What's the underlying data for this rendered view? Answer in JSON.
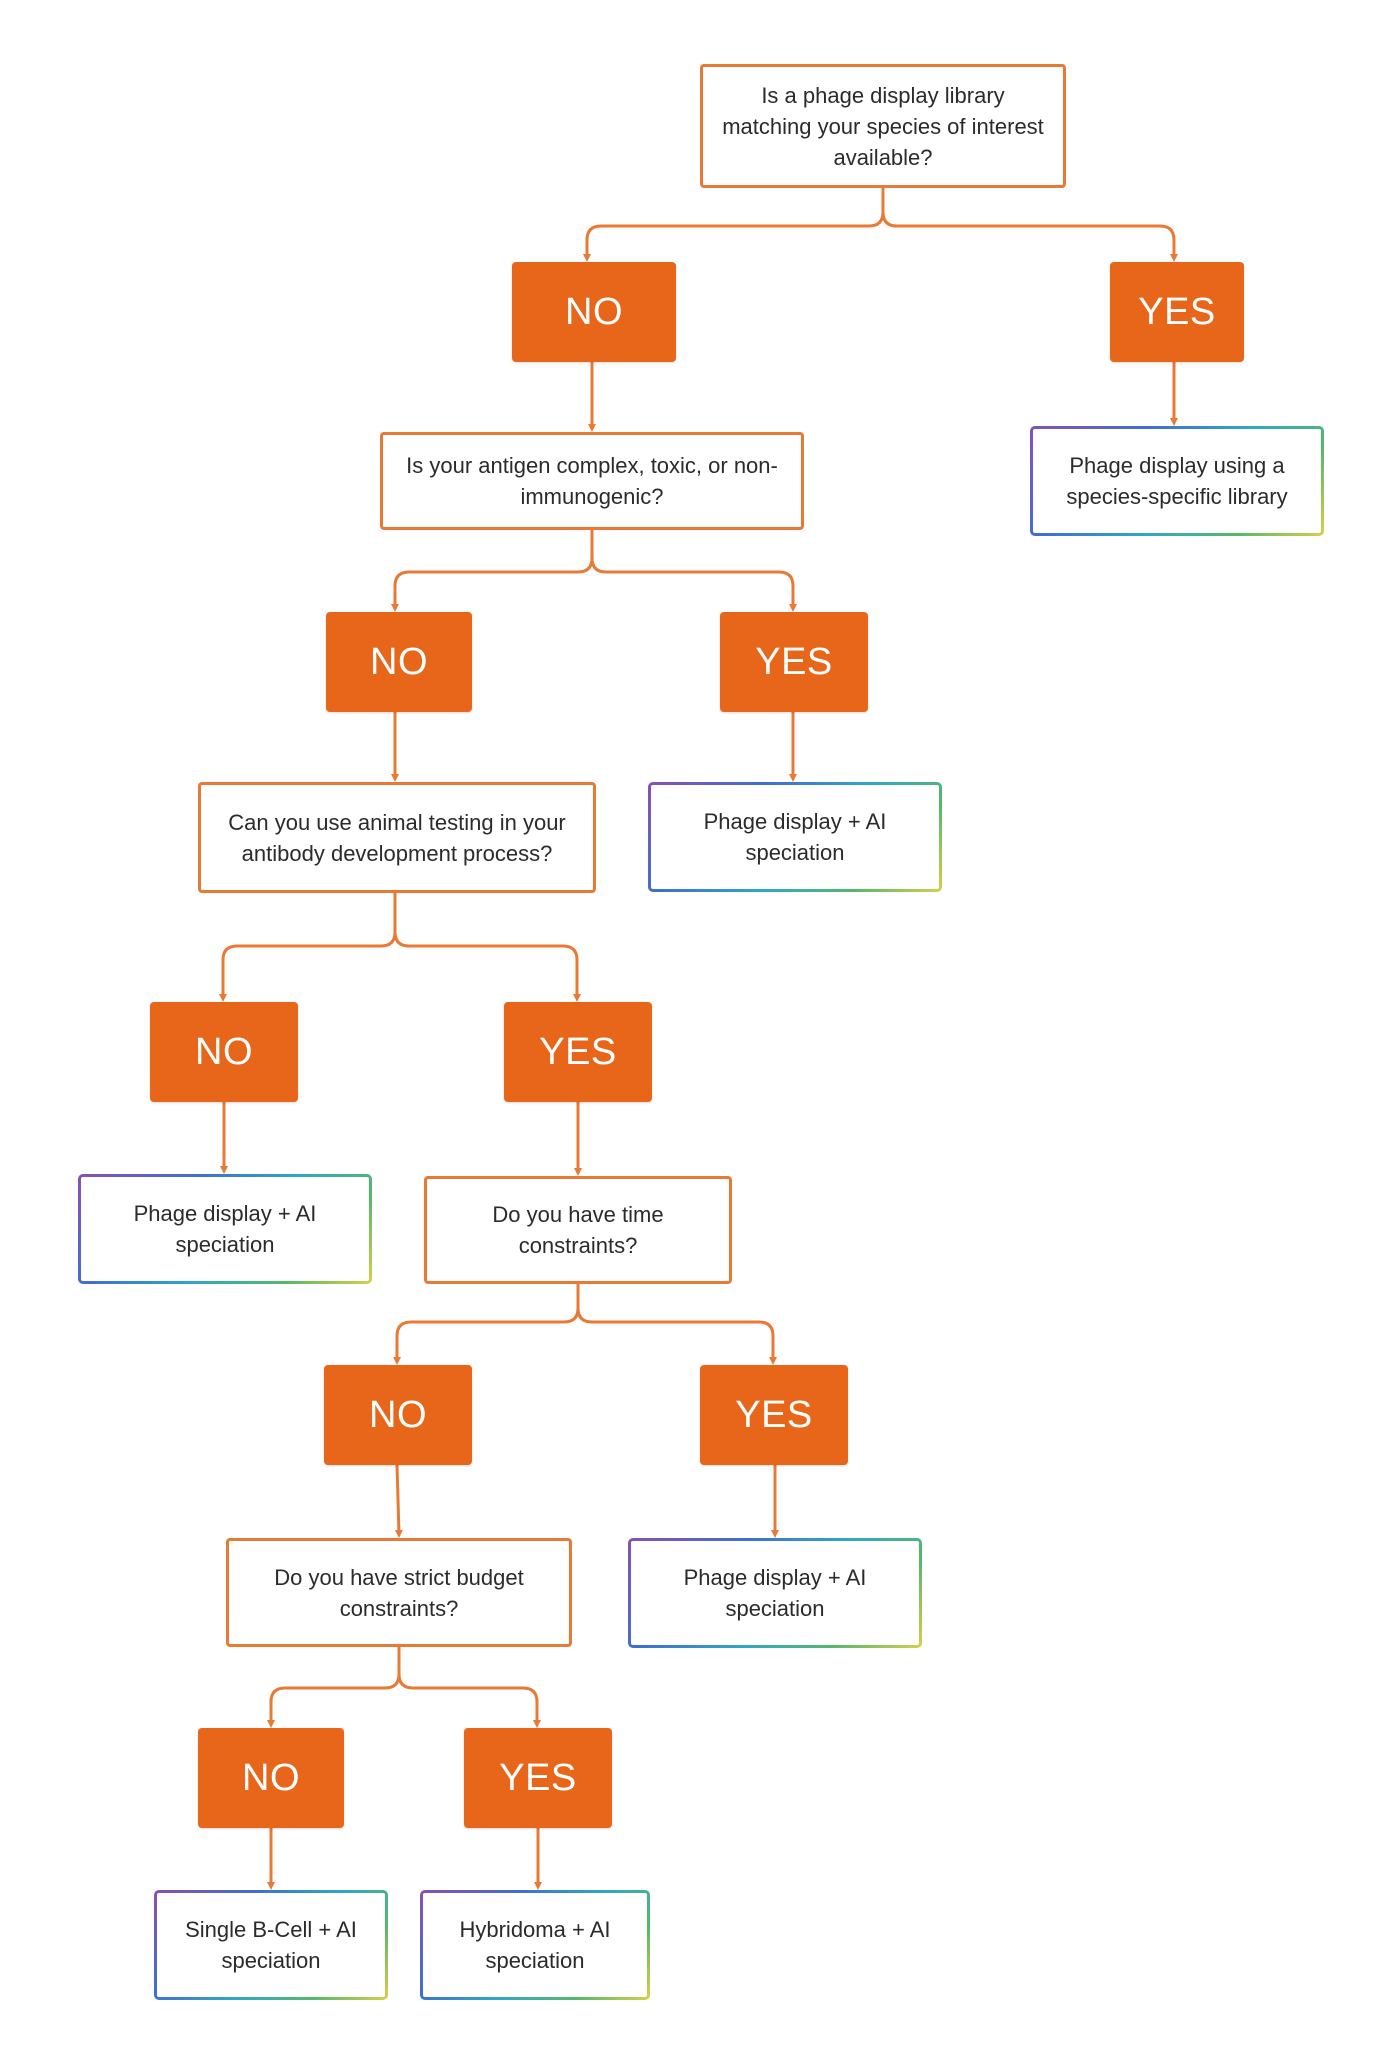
{
  "colors": {
    "connector": "#e87a35",
    "answer_fill": "#e8661a",
    "question_border": "#e87a35",
    "text": "#2b2b2b"
  },
  "questions": {
    "q1": "Is a phage display library matching your species of interest available?",
    "q2": "Is your antigen complex, toxic, or non-immunogenic?",
    "q3": "Can you use animal testing in your antibody development process?",
    "q4": "Do you have time constraints?",
    "q5": "Do you have strict budget constraints?"
  },
  "answers": {
    "no": "NO",
    "yes": "YES"
  },
  "results": {
    "r_species_library": "Phage display using a species-specific library",
    "r_phage_ai_1": "Phage display + AI speciation",
    "r_phage_ai_2": "Phage display + AI speciation",
    "r_phage_ai_3": "Phage display + AI speciation",
    "r_single_bcell": "Single B-Cell + AI speciation",
    "r_hybridoma": "Hybridoma + AI speciation"
  }
}
